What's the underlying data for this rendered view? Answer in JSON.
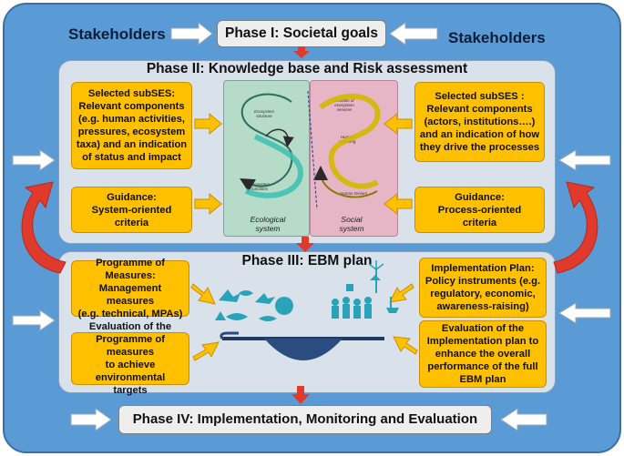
{
  "stakeholders": {
    "left": "Stakeholders",
    "right": "Stakeholders"
  },
  "phase1": {
    "title": "Phase I: Societal goals"
  },
  "phase2": {
    "title": "Phase II: Knowledge base and Risk assessment",
    "left_top": [
      "Selected subSES:",
      "Relevant components",
      "(e.g. human activities,",
      "pressures, ecosystem",
      "taxa) and an indication",
      "of status and impact"
    ],
    "left_bottom": [
      "Guidance:",
      "System-oriented",
      "criteria"
    ],
    "right_top": [
      "Selected subSES :",
      "Relevant components",
      "(actors, institutions….)",
      "and an indication of how",
      "they drive the processes"
    ],
    "right_bottom": [
      "Guidance:",
      "Process-oriented",
      "criteria"
    ],
    "ses": {
      "eco_label": [
        "Ecological",
        "system"
      ],
      "soc_label": [
        "Social",
        "system"
      ],
      "tiny": {
        "eco_structure": [
          "Ecosystem",
          "structure"
        ],
        "eco_functions": [
          "Ecosystem",
          "functions"
        ],
        "benefits": [
          "Benefits of",
          "ecosystem",
          "services"
        ],
        "human_drivers": "Human Drivers",
        "human_wellbeing": [
          "Human",
          "wellbeing"
        ]
      }
    }
  },
  "phase3": {
    "title": "Phase III: EBM plan",
    "left_top": [
      "Programme of Measures:",
      "Management measures",
      "(e.g. technical, MPAs)"
    ],
    "left_bottom": [
      "Evaluation of the",
      "Programme of measures",
      "to achieve environmental",
      "targets"
    ],
    "right_top": [
      "Implementation Plan:",
      "Policy instruments (e.g.",
      "regulatory, economic,",
      "awareness-raising)"
    ],
    "right_bottom": [
      "Evaluation of the",
      "Implementation plan to",
      "enhance the overall",
      "performance of the full",
      "EBM plan"
    ]
  },
  "phase4": {
    "title": "Phase IV: Implementation, Monitoring and Evaluation"
  },
  "colors": {
    "outer": "#5b9bd5",
    "panel": "#d9e1ea",
    "yellow": "#ffc000",
    "red_arrow": "#e03a2c",
    "ecological": "#b6dbc9",
    "social": "#e6b6c7",
    "icons": "#2aa3b8",
    "seesaw": "#2b4c7e"
  }
}
